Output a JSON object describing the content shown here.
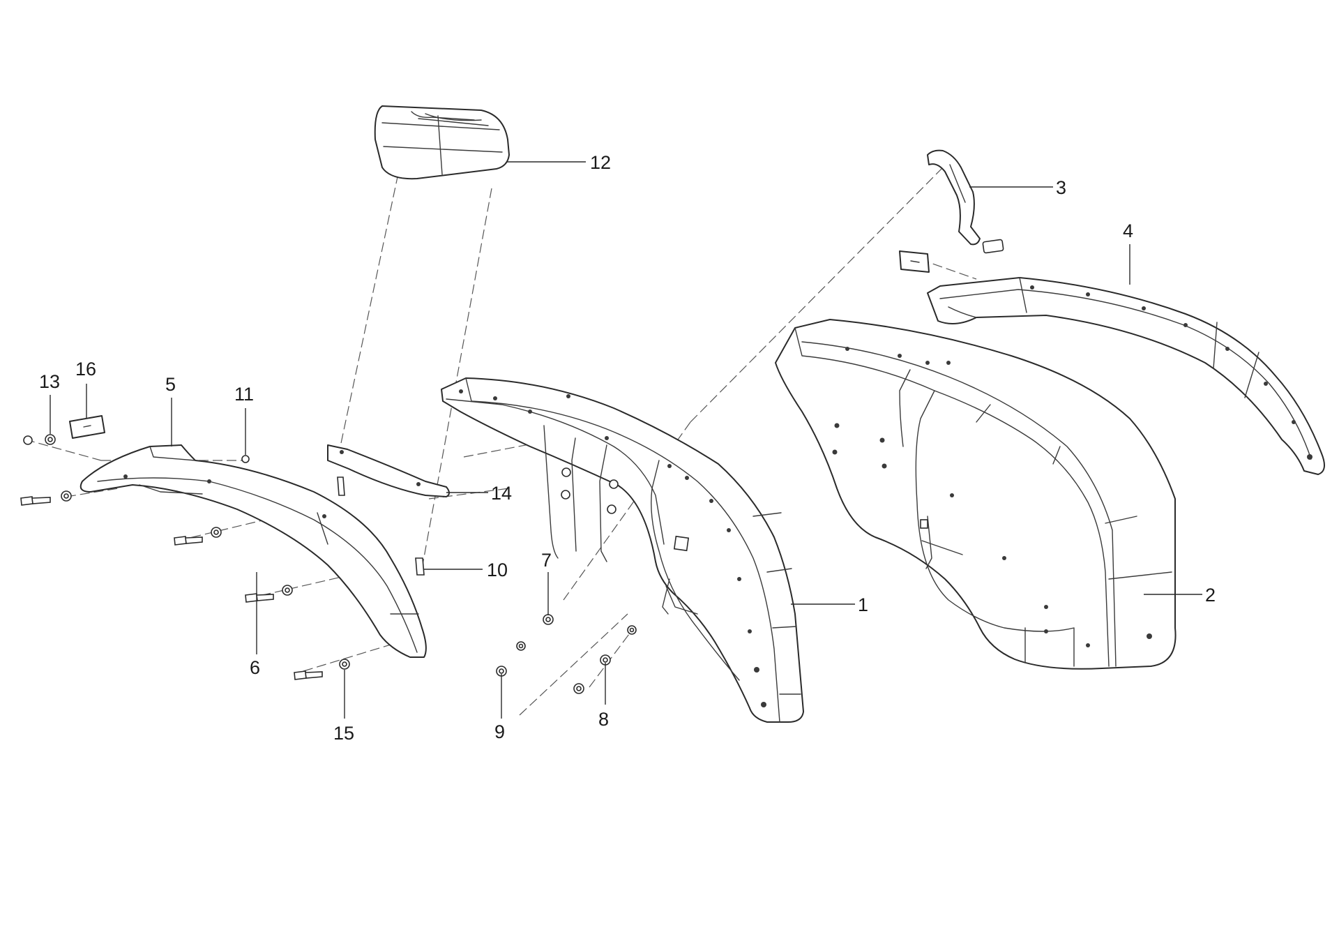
{
  "callouts": [
    {
      "id": "1",
      "label": "1"
    },
    {
      "id": "2",
      "label": "2"
    },
    {
      "id": "3",
      "label": "3"
    },
    {
      "id": "4",
      "label": "4"
    },
    {
      "id": "5",
      "label": "5"
    },
    {
      "id": "6",
      "label": "6"
    },
    {
      "id": "7",
      "label": "7"
    },
    {
      "id": "8",
      "label": "8"
    },
    {
      "id": "9",
      "label": "9"
    },
    {
      "id": "10",
      "label": "10"
    },
    {
      "id": "11",
      "label": "11"
    },
    {
      "id": "12",
      "label": "12"
    },
    {
      "id": "13",
      "label": "13"
    },
    {
      "id": "14",
      "label": "14"
    },
    {
      "id": "15",
      "label": "15"
    },
    {
      "id": "16",
      "label": "16"
    }
  ],
  "colors": {
    "background": "#ffffff",
    "line": "#2a2a2a"
  }
}
